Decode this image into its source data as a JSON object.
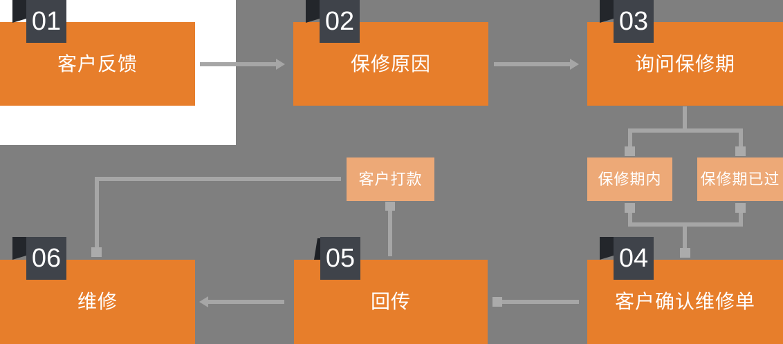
{
  "diagram": {
    "type": "flowchart",
    "steps": [
      {
        "number": "01",
        "label": "客户反馈"
      },
      {
        "number": "02",
        "label": "保修原因"
      },
      {
        "number": "03",
        "label": "询问保修期"
      },
      {
        "number": "04",
        "label": "客户确认维修单"
      },
      {
        "number": "05",
        "label": "回传"
      },
      {
        "number": "06",
        "label": "维修"
      }
    ],
    "branches": {
      "in_warranty": "保修期内",
      "out_of_warranty": "保修期已过",
      "customer_payment": "客户打款"
    },
    "colors": {
      "background": "#7F7F7F",
      "panel": "#FFFFFF",
      "node_orange": "#E77E2B",
      "node_light_orange": "#EDA977",
      "badge_dark": "#3F434A",
      "badge_fold": "#23262B",
      "connector_gray": "#A6A6A6",
      "text_white": "#FFFFFF"
    }
  }
}
